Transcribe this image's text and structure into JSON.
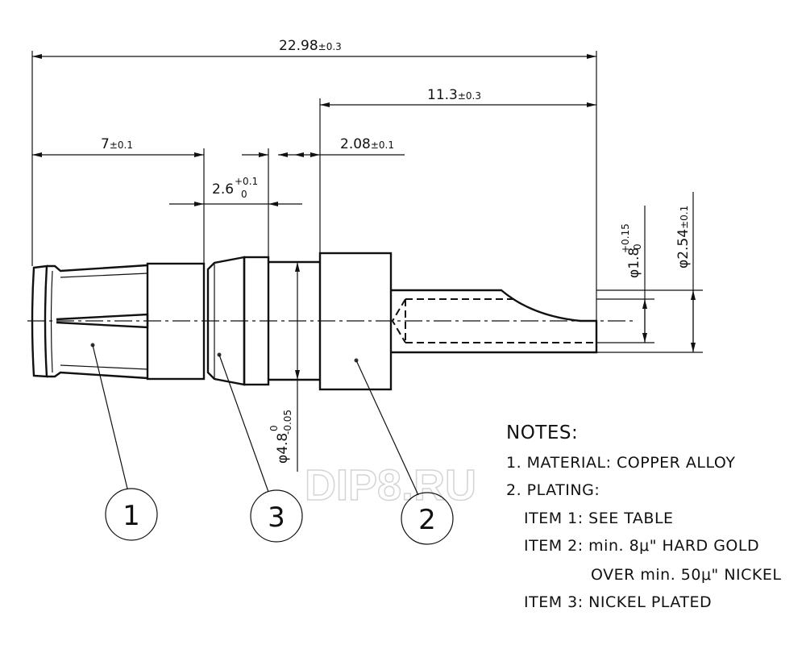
{
  "dimensions": {
    "overall_length": {
      "value": "22.98",
      "tol": "±0.3"
    },
    "pin_length": {
      "value": "11.3",
      "tol": "±0.3"
    },
    "socket_length": {
      "value": "7",
      "tol": "±0.1"
    },
    "collar_length": {
      "value": "2.08",
      "tol": "±0.1"
    },
    "ring_length": {
      "value": "2.6",
      "tol_upper": "+0.1",
      "tol_lower": "0"
    },
    "pin_inner_dia": {
      "value": "φ1.8",
      "tol_upper": "+0.15",
      "tol_lower": "0"
    },
    "pin_outer_dia": {
      "value": "φ2.54",
      "tol": "±0.1"
    },
    "body_dia": {
      "value": "φ4.8",
      "tol_upper": "0",
      "tol_lower": "-0.05"
    }
  },
  "balloons": [
    "1",
    "3",
    "2"
  ],
  "notes": {
    "title": "NOTES:",
    "lines": [
      "1. MATERIAL: COPPER ALLOY",
      "2. PLATING:",
      "ITEM 1: SEE TABLE",
      "ITEM 2: min.  8μ\" HARD GOLD",
      "OVER min. 50μ\" NICKEL",
      "ITEM 3: NICKEL PLATED"
    ]
  },
  "watermark": "DIP8.RU"
}
